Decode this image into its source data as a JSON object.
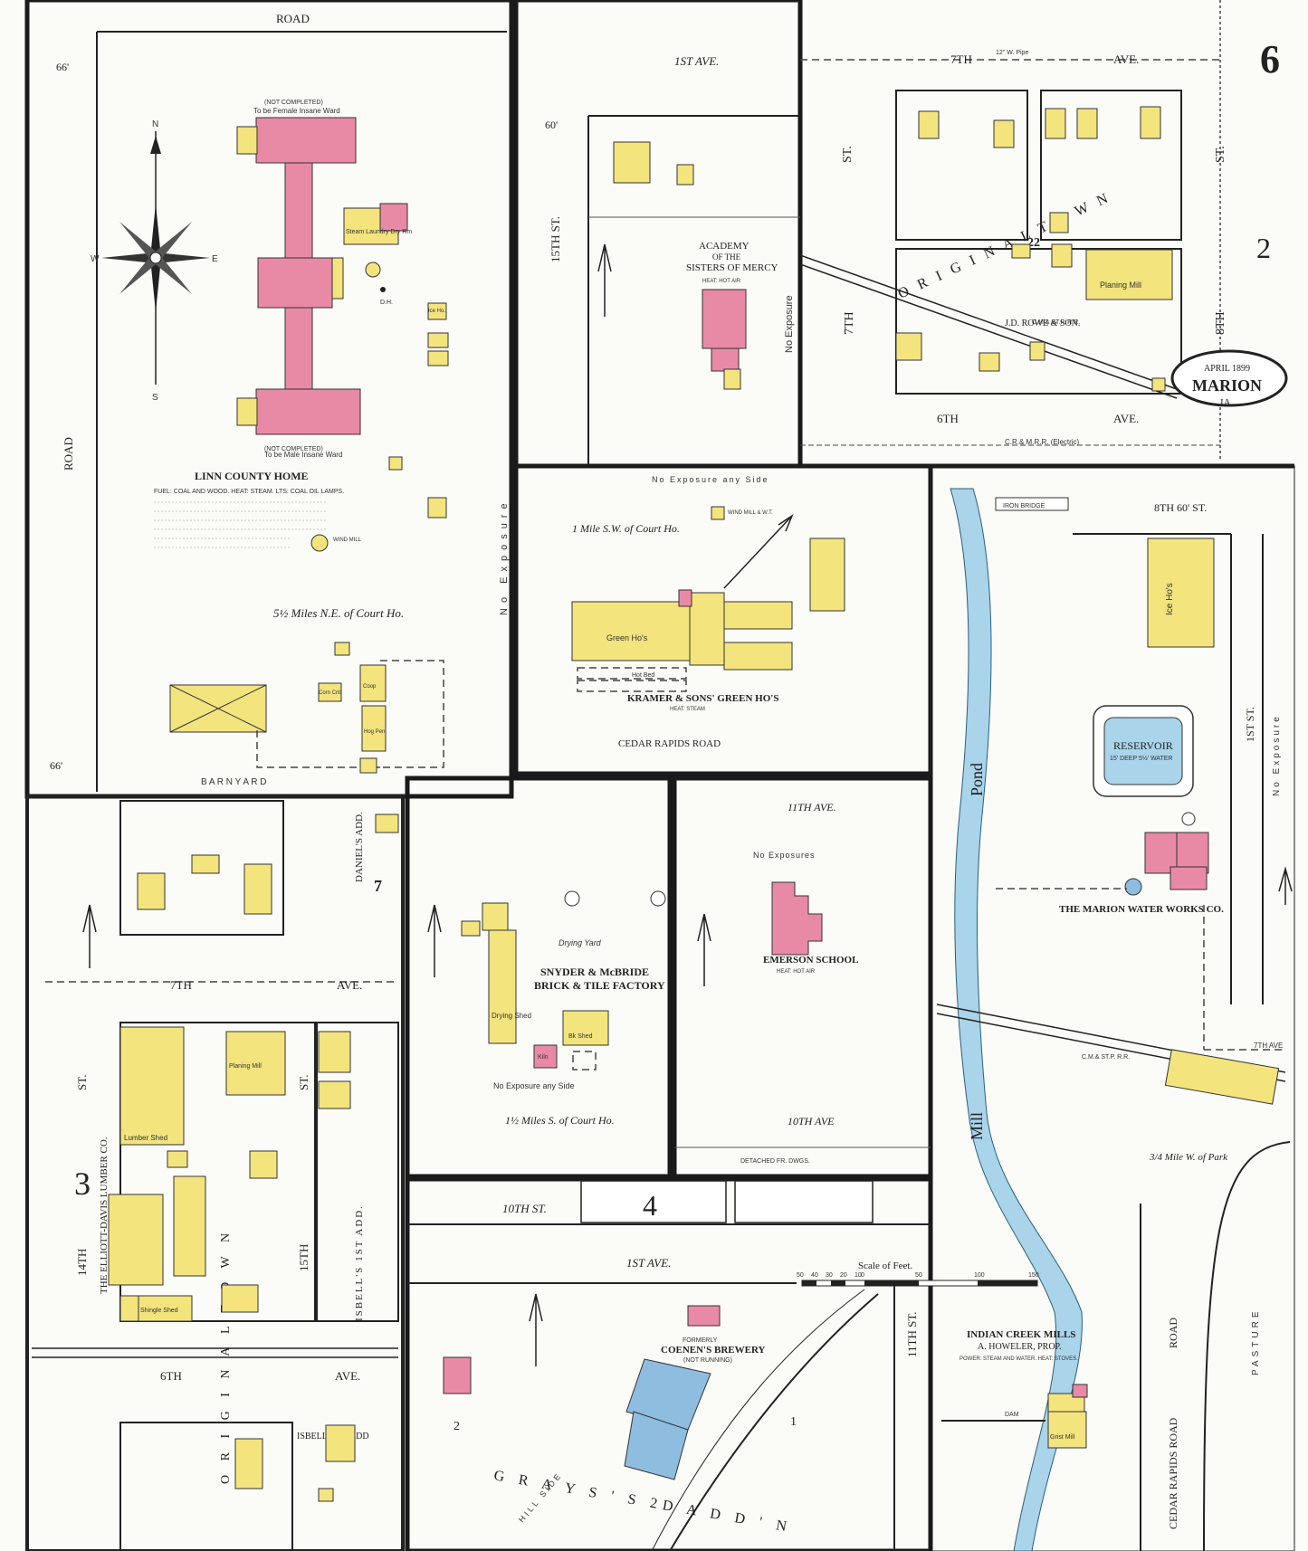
{
  "sheet": {
    "number": "6",
    "date": "APRIL 1899",
    "city": "MARION",
    "state": "IA.",
    "side_number": "2"
  },
  "colors": {
    "brick": "#e88aa6",
    "frame": "#f3e47e",
    "stone": "#8fbde0",
    "water": "#a9d4ea"
  },
  "panels": {
    "linn_county_home": {
      "title": "LINN COUNTY HOME",
      "note": "FUEL: COAL AND WOOD. HEAT: STEAM. LTS: COAL OIL LAMPS.",
      "distance": "5½ Miles N.E. of Court Ho.",
      "road_top": "ROAD",
      "road_left": "ROAD",
      "female_ward": "To be Female Insane Ward",
      "male_ward": "To be Male Insane Ward",
      "not_completed": "(NOT COMPLETED)",
      "laundry": "Steam Laundry Dry Rm",
      "no_exposure": "No Exposure",
      "barn_yard": "B A R N     Y A R D",
      "corn_crib": "Corn Crib",
      "hog_pen": "Hog Pen",
      "coop": "Coop",
      "ice_ho": "Ice Ho.",
      "wind_mill": "WIND MILL",
      "d_h": "D.H.",
      "dim": "66'"
    },
    "academy": {
      "title1": "ACADEMY",
      "title2": "OF THE",
      "title3": "SISTERS OF MERCY",
      "heat": "HEAT: HOT AIR",
      "avenue": "1ST   AVE.",
      "street": "15TH  ST.",
      "no_exposure": "No Exposure",
      "dim": "60'"
    },
    "original_town_ne": {
      "ave7": "7TH",
      "ave": "AVE.",
      "ave6": "6TH",
      "st7": "7TH",
      "st8": "8TH",
      "st": "ST.",
      "town": "O R I G I N A L   T O W N",
      "block": "22",
      "rowe": "J.D. ROWE & SON.",
      "planing": "Planing Mill",
      "railroad": "C.M.& ST.P. R.R.",
      "electric": "C.R.& M.R.R. (Electric)",
      "pipe": "12\" W. Pipe"
    },
    "kramer": {
      "name": "KRAMER & SONS' GREEN HO'S",
      "heat": "HEAT: STEAM",
      "distance": "1 Mile S.W. of Court Ho.",
      "road": "CEDAR RAPIDS      ROAD",
      "green_ho": "Green Ho's",
      "hot_bed": "Hot Bed",
      "no_exposure": "No Exposure any Side",
      "wind_mill": "WIND MILL & W.T."
    },
    "water_works": {
      "reservoir": "RESERVOIR",
      "reservoir_note": "15' DEEP  5½' WATER",
      "name": "THE MARION WATER WORKS CO.",
      "street": "8TH   60'  ST.",
      "iron_bridge": "IRON BRIDGE",
      "ice_hos": "Ice Ho's",
      "pond": "Pond",
      "mill": "Mill",
      "first_st": "1ST  ST.",
      "no_exposure": "No Exposure",
      "ave7": "7TH AVE",
      "distance": "3/4 Mile W. of Park",
      "railroad": "C.M.& ST.P. R.R."
    },
    "elliott_davis": {
      "company": "THE ELLIOTT-DAVIS LUMBER CO.",
      "ave7": "7TH",
      "ave": "AVE.",
      "ave6": "6TH",
      "ave6b": "AVE.",
      "st14": "14TH",
      "st15": "15TH",
      "st": "ST.",
      "block3": "3",
      "block7": "7",
      "daniels": "DANIEL'S ADD.",
      "isbells1": "ISBELL'S 1ST ADD.",
      "isbells2": "ISBELL'S 2D ADD",
      "lumber_shed": "Lumber Shed",
      "shingle_shed": "Shingle Shed",
      "planing": "Planing Mill",
      "town": "O R I G I N A L   T O W N"
    },
    "snyder": {
      "name1": "SNYDER & McBRIDE",
      "name2": "BRICK & TILE FACTORY",
      "drying_yard": "Drying Yard",
      "drying_shed": "Drying Shed",
      "kiln": "Kiln",
      "brick_shed": "Bk Shed",
      "no_exposure": "No Exposure any Side",
      "distance": "1½ Miles S. of Court Ho."
    },
    "emerson": {
      "name": "EMERSON SCHOOL",
      "heat": "HEAT: HOT AIR",
      "ave11": "11TH   AVE.",
      "ave10": "10TH    AVE",
      "no_exposures": "No Exposures",
      "detached": "DETACHED FR. DWGS."
    },
    "grays": {
      "street10": "10TH  ST.",
      "block4": "4",
      "ave1": "1ST    AVE.",
      "brewery_former": "FORMERLY",
      "brewery": "COENEN'S BREWERY",
      "not_running": "(NOT RUNNING)",
      "addn": "G R A Y S ' S     2D     A D D ' N",
      "hillside": "HILL SIDE",
      "st11": "11TH  ST.",
      "block1": "1",
      "block2": "2",
      "scale": "Scale of Feet.",
      "scale_ticks": [
        "50",
        "40",
        "30",
        "20",
        "10",
        "0",
        "50",
        "100",
        "150"
      ]
    },
    "indian_creek": {
      "name": "INDIAN CREEK MILLS",
      "owner": "A. HOWELER, PROP.",
      "note": "POWER: STEAM AND WATER. HEAT: STOVES.",
      "grist": "Grist Mill",
      "dam": "DAM",
      "road": "CEDAR RAPIDS      ROAD",
      "road2": "ROAD",
      "pasture": "PASTURE"
    }
  }
}
